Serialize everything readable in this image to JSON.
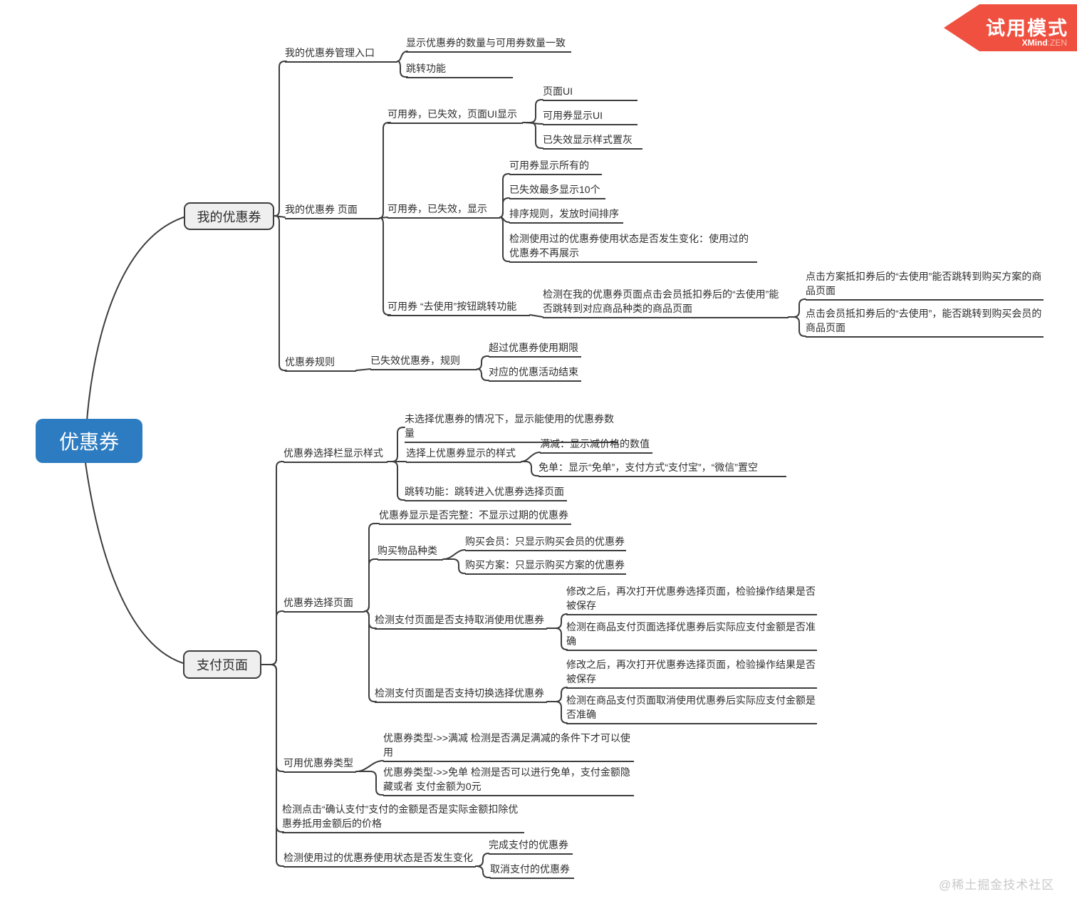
{
  "badge": {
    "title": "试用模式",
    "brand": "XMind",
    "brand_suffix": ":ZEN"
  },
  "watermark": {
    "text": "@稀土掘金技术社区"
  },
  "colors": {
    "root_fill": "#2d7cc1",
    "branch_fill": "#efefef",
    "line": "#3d3d3d",
    "badge_red": "#f0503f"
  },
  "mindmap": {
    "root": {
      "label": "优惠券"
    },
    "my": {
      "label": "我的优惠券",
      "entry": {
        "label": "我的优惠券管理入口",
        "count": {
          "label": "显示优惠券的数量与可用券数量一致"
        },
        "jump": {
          "label": "跳转功能"
        }
      },
      "page": {
        "label": "我的优惠券 页面",
        "ui": {
          "label": "可用券，已失效，页面UI显示",
          "page_ui": {
            "label": "页面UI"
          },
          "avail_ui": {
            "label": "可用券显示UI"
          },
          "expired_ui": {
            "label": "已失效显示样式置灰"
          }
        },
        "display": {
          "label": "可用券，已失效，显示",
          "all": {
            "label": "可用券显示所有的"
          },
          "max10": {
            "label": "已失效最多显示10个"
          },
          "sort": {
            "label": "排序规则，发放时间排序"
          },
          "used": {
            "label": "检测使用过的优惠券使用状态是否发生变化：使用过的优惠券不再展示"
          }
        },
        "use_btn": {
          "label": "可用券 “去使用”按钮跳转功能",
          "check_jump": {
            "label": "检测在我的优惠券页面点击会员抵扣券后的“去使用”能否跳转到对应商品种类的商品页面",
            "plan": {
              "label": "点击方案抵扣券后的“去使用”能否跳转到购买方案的商品页面"
            },
            "member": {
              "label": "点击会员抵扣券后的“去使用”，能否跳转到购买会员的商品页面"
            }
          }
        }
      },
      "rules": {
        "label": "优惠券规则",
        "expired": {
          "label": "已失效优惠券，规则",
          "over": {
            "label": "超过优惠券使用期限"
          },
          "end": {
            "label": "对应的优惠活动结束"
          }
        }
      }
    },
    "pay": {
      "label": "支付页面",
      "bar": {
        "label": "优惠券选择栏显示样式",
        "no_select": {
          "label": "未选择优惠券的情况下，显示能使用的优惠券数量"
        },
        "style": {
          "label": "选择上优惠券显示的样式",
          "manjian": {
            "label": "满减：显示减价格的数值"
          },
          "miandan": {
            "label": "免单：显示“免单”，支付方式“支付宝”，“微信”置空"
          }
        },
        "jump": {
          "label": "跳转功能：跳转进入优惠券选择页面"
        }
      },
      "select_page": {
        "label": "优惠券选择页面",
        "complete": {
          "label": "优惠券显示是否完整：不显示过期的优惠券"
        },
        "item_type": {
          "label": "购买物品种类",
          "member": {
            "label": "购买会员：只显示购买会员的优惠券"
          },
          "plan": {
            "label": "购买方案：只显示购买方案的优惠券"
          }
        },
        "cancel": {
          "label": "检测支付页面是否支持取消使用优惠券",
          "saved": {
            "label": "修改之后，再次打开优惠券选择页面，检验操作结果是否被保存"
          },
          "amount": {
            "label": "检测在商品支付页面选择优惠券后实际应支付金额是否准确"
          }
        },
        "switch": {
          "label": "检测支付页面是否支持切换选择优惠券",
          "saved": {
            "label": "修改之后，再次打开优惠券选择页面，检验操作结果是否被保存"
          },
          "amount": {
            "label": "检测在商品支付页面取消使用优惠券后实际应支付金额是否准确"
          }
        }
      },
      "types": {
        "label": "可用优惠券类型",
        "manjian": {
          "label": "优惠券类型->>满减 检测是否满足满减的条件下才可以使用"
        },
        "miandan": {
          "label": "优惠券类型->>免单 检测是否可以进行免单，支付金额隐藏或者 支付金额为0元"
        }
      },
      "confirm": {
        "label": "检测点击“确认支付”支付的金额是否是实际金额扣除优惠券抵用金额后的价格"
      },
      "used": {
        "label": "检测使用过的优惠券使用状态是否发生变化",
        "done": {
          "label": "完成支付的优惠券"
        },
        "cancel": {
          "label": "取消支付的优惠券"
        }
      }
    }
  }
}
